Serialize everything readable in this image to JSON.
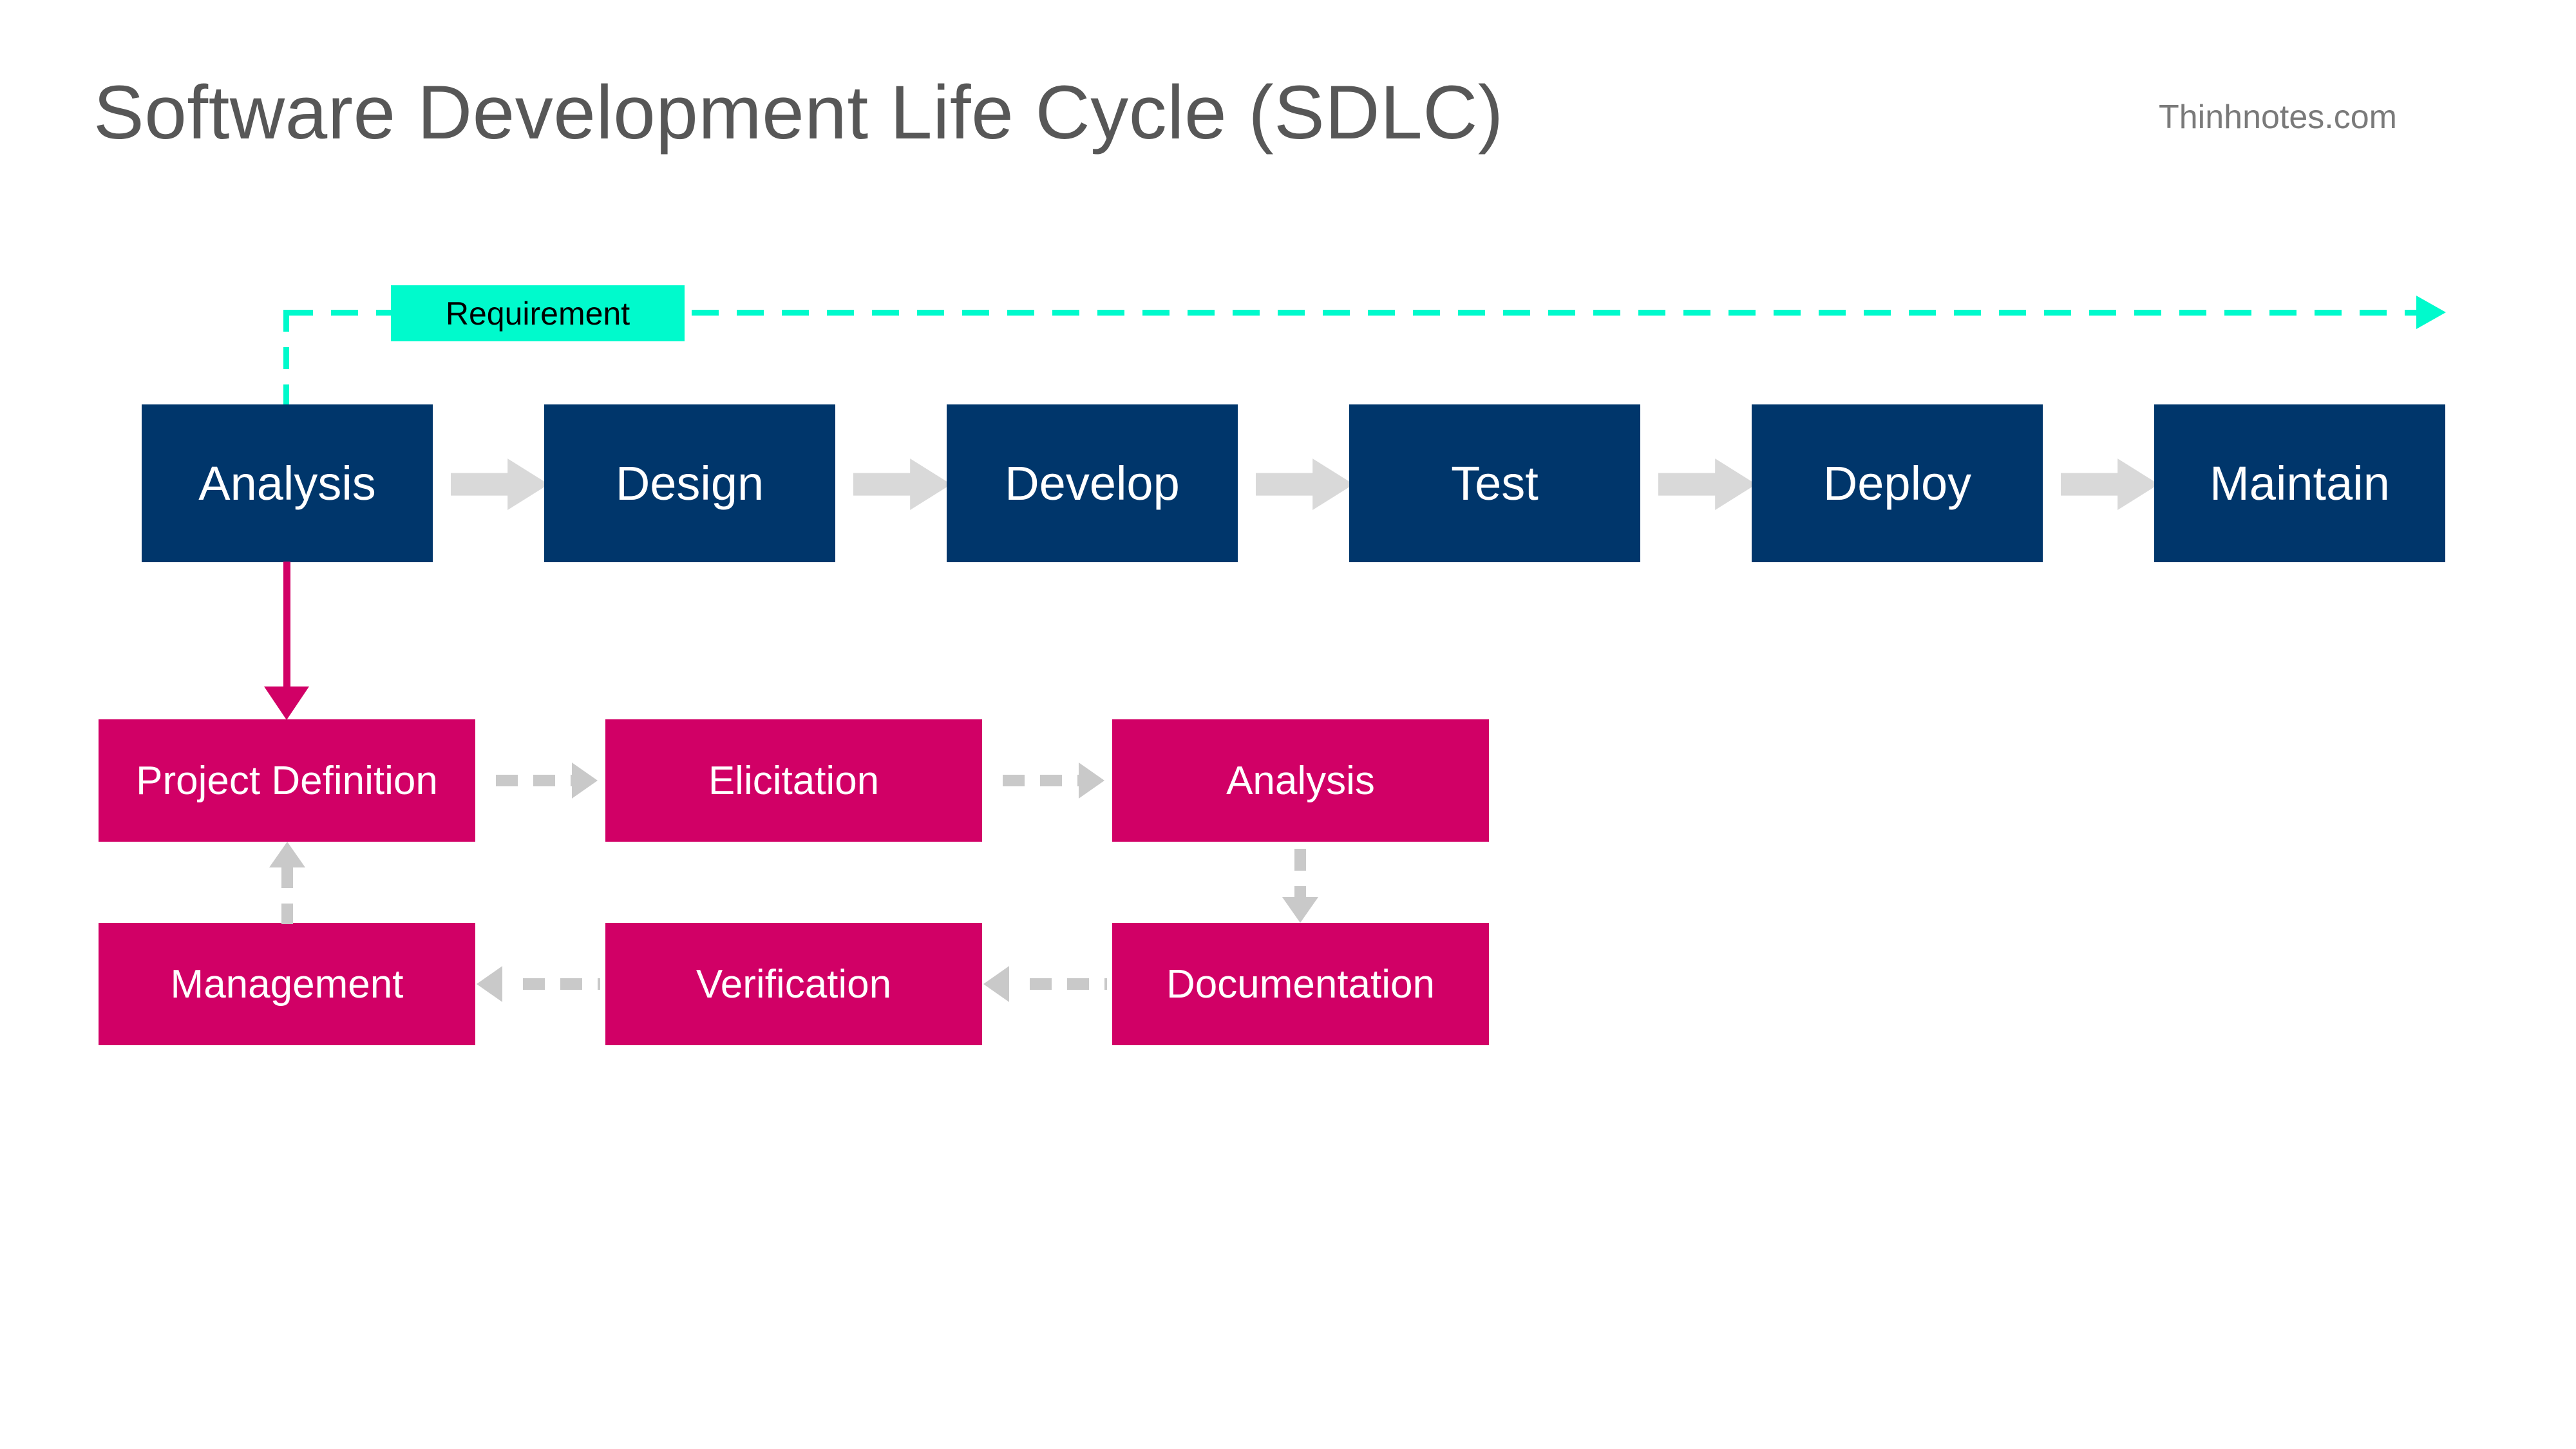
{
  "slide": {
    "title": "Software Development Life Cycle (SDLC)",
    "watermark": "Thinhnotes.com",
    "background_color": "#FFFFFF",
    "title_color": "#575757"
  },
  "colors": {
    "phase_box": "#00366B",
    "phase_text": "#FFFFFF",
    "requirement_box": "#00FACC",
    "requirement_text": "#000000",
    "ba_box": "#D10066",
    "ba_text": "#FFFFFF",
    "phase_arrow": "#D9D9D9",
    "ba_arrow": "#C9C9C9",
    "feedback_line": "#00FACC",
    "drilldown_arrow": "#D10066"
  },
  "requirement": {
    "label": "Requirement"
  },
  "sdlc_phases": [
    {
      "label": "Analysis"
    },
    {
      "label": "Design"
    },
    {
      "label": "Develop"
    },
    {
      "label": "Test"
    },
    {
      "label": "Deploy"
    },
    {
      "label": "Maintain"
    }
  ],
  "ba_process": {
    "top_row": [
      {
        "label": "Project Definition"
      },
      {
        "label": "Elicitation"
      },
      {
        "label": "Analysis"
      }
    ],
    "bottom_row": [
      {
        "label": "Management"
      },
      {
        "label": "Verification"
      },
      {
        "label": "Documentation"
      }
    ]
  }
}
